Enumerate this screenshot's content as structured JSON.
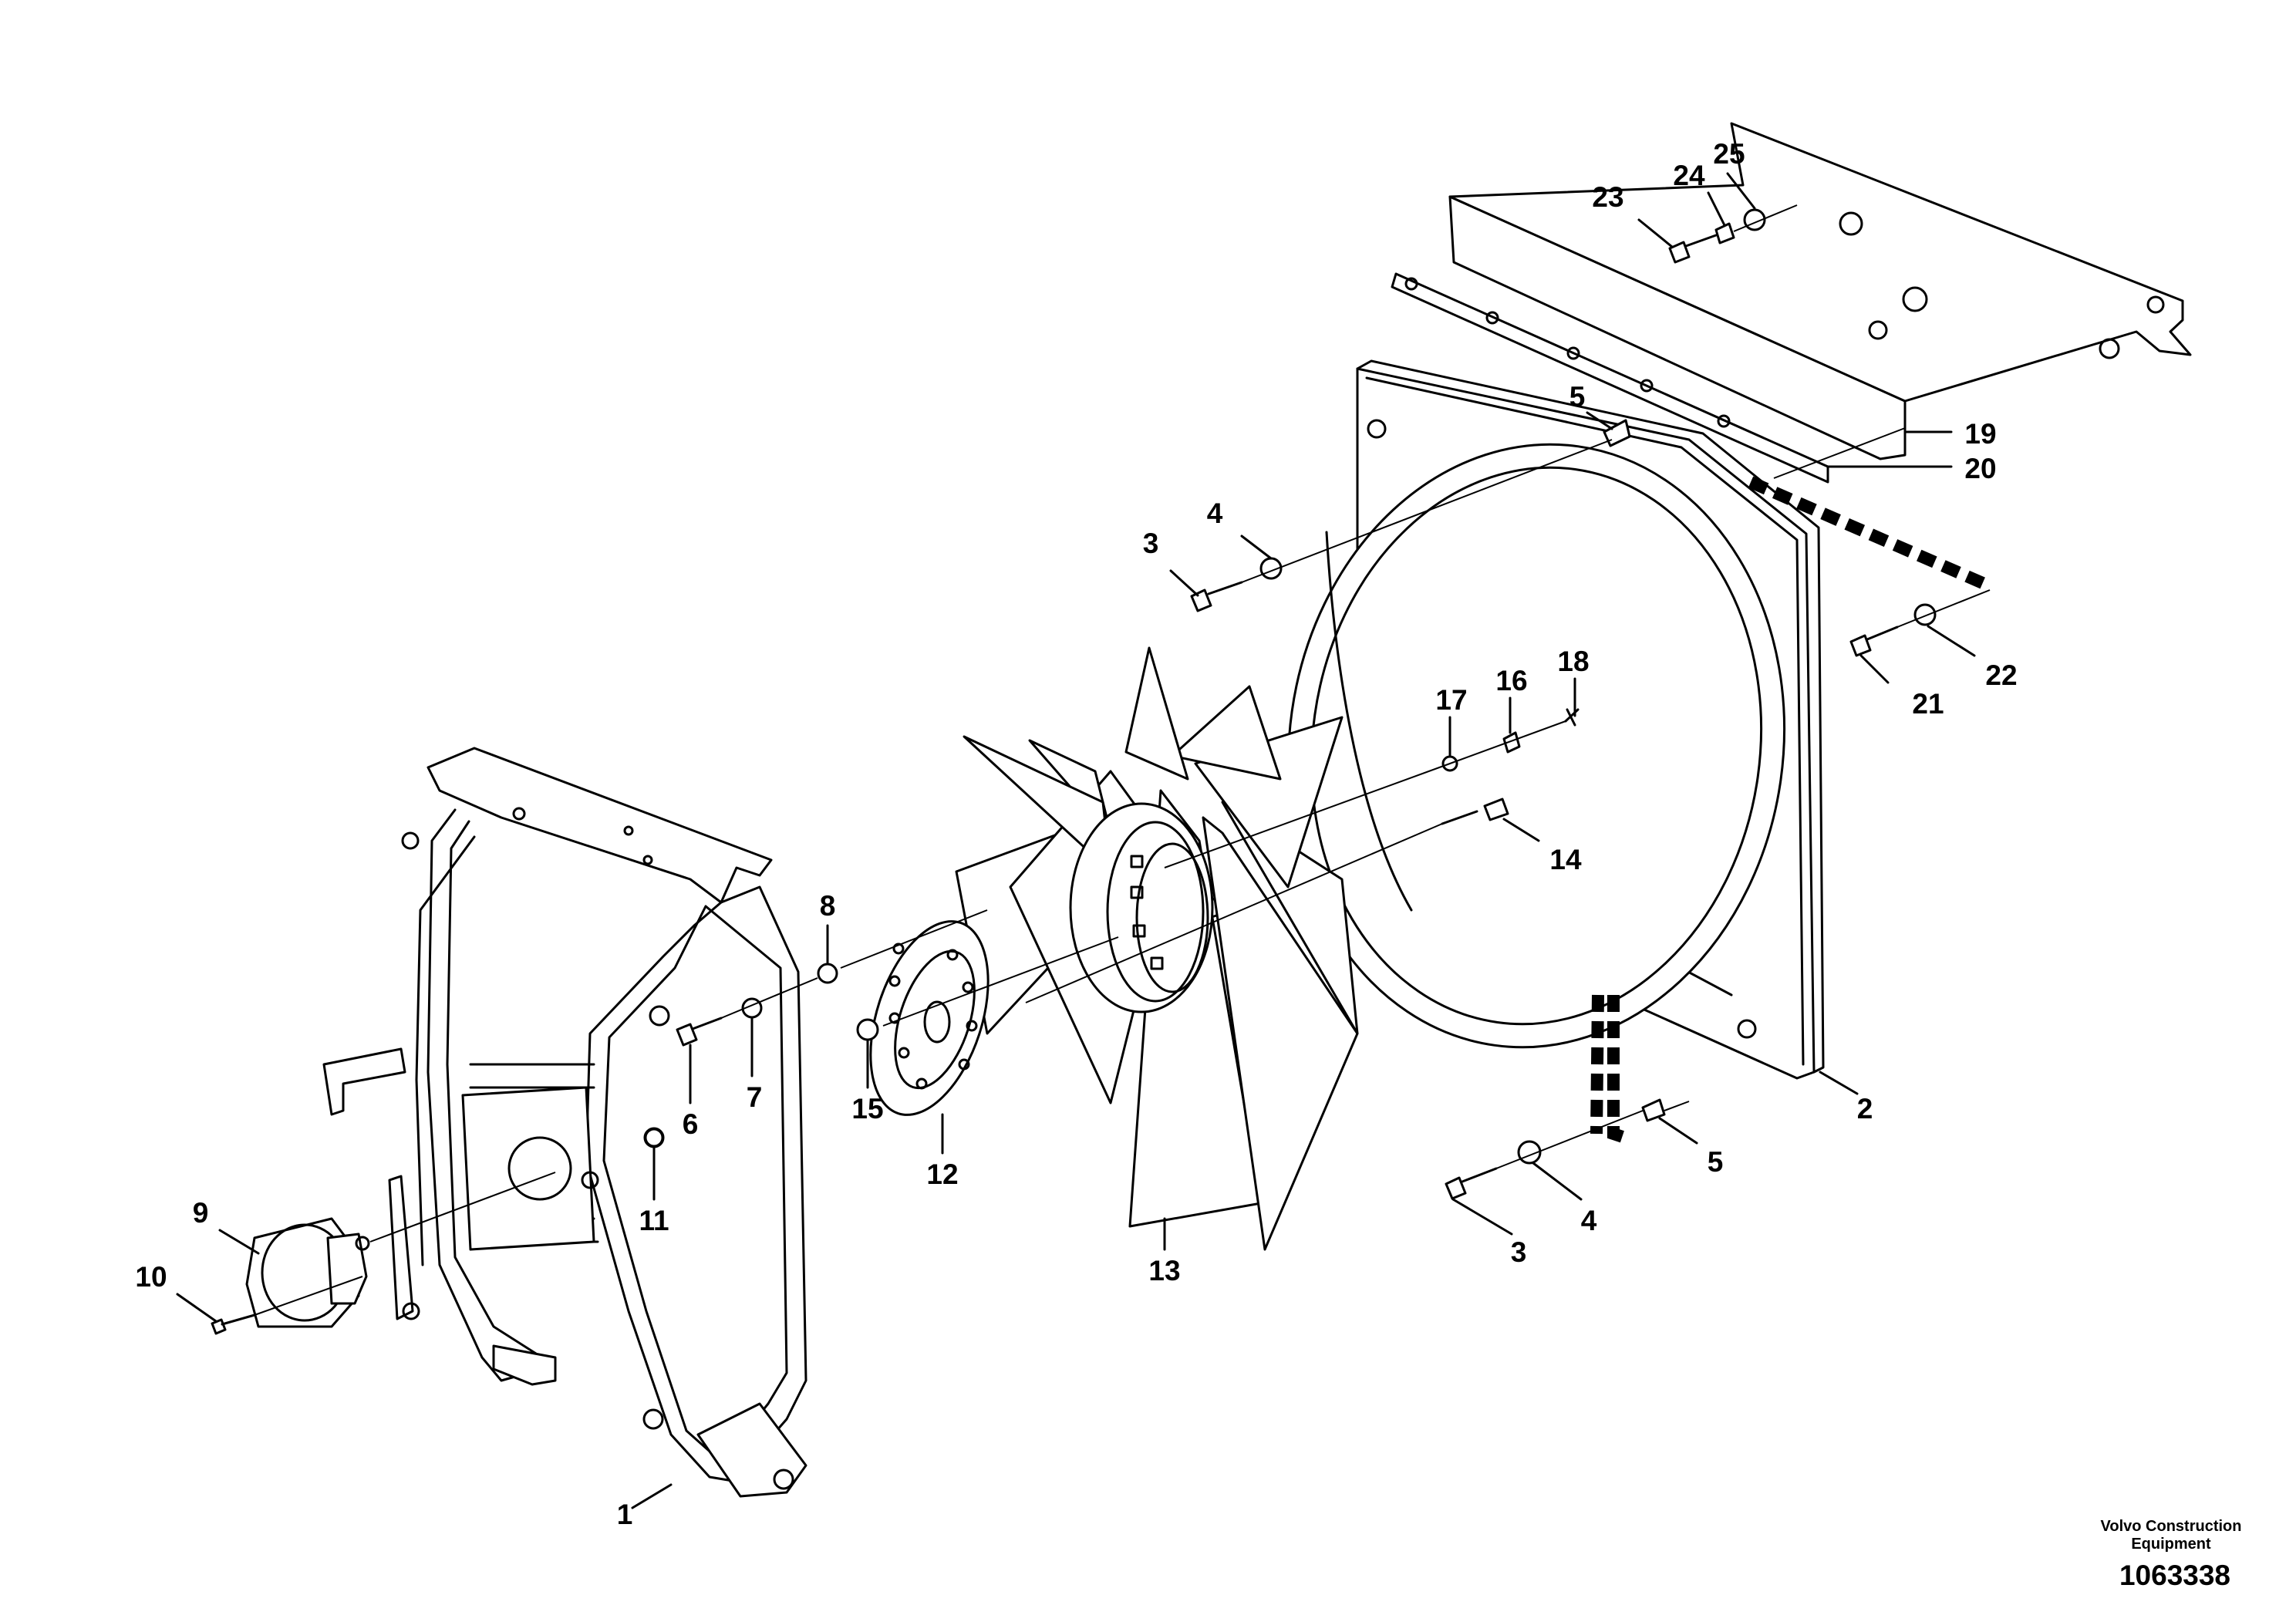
{
  "callouts": [
    {
      "id": "1",
      "label": "1"
    },
    {
      "id": "2",
      "label": "2"
    },
    {
      "id": "3a",
      "label": "3"
    },
    {
      "id": "3b",
      "label": "3"
    },
    {
      "id": "4a",
      "label": "4"
    },
    {
      "id": "4b",
      "label": "4"
    },
    {
      "id": "5a",
      "label": "5"
    },
    {
      "id": "5b",
      "label": "5"
    },
    {
      "id": "6",
      "label": "6"
    },
    {
      "id": "7",
      "label": "7"
    },
    {
      "id": "8",
      "label": "8"
    },
    {
      "id": "9",
      "label": "9"
    },
    {
      "id": "10",
      "label": "10"
    },
    {
      "id": "11",
      "label": "11"
    },
    {
      "id": "12",
      "label": "12"
    },
    {
      "id": "13",
      "label": "13"
    },
    {
      "id": "14",
      "label": "14"
    },
    {
      "id": "15",
      "label": "15"
    },
    {
      "id": "16",
      "label": "16"
    },
    {
      "id": "17",
      "label": "17"
    },
    {
      "id": "18",
      "label": "18"
    },
    {
      "id": "19",
      "label": "19"
    },
    {
      "id": "20",
      "label": "20"
    },
    {
      "id": "21",
      "label": "21"
    },
    {
      "id": "22",
      "label": "22"
    },
    {
      "id": "23",
      "label": "23"
    },
    {
      "id": "24",
      "label": "24"
    },
    {
      "id": "25",
      "label": "25"
    }
  ],
  "footer": {
    "caption_line1": "Volvo Construction",
    "caption_line2": "Equipment",
    "drawing_number": "1063338"
  }
}
